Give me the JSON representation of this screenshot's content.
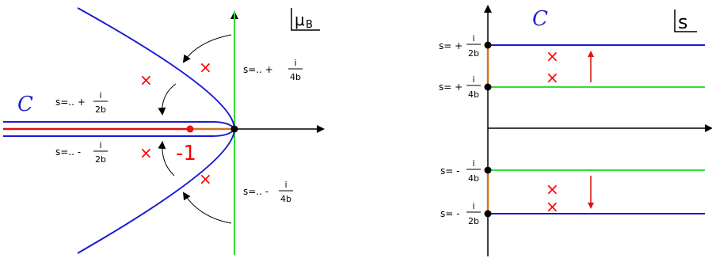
{
  "colors": {
    "blue": "#1a1ad4",
    "green": "#33dd33",
    "red": "#dd1111",
    "orange": "#cc7722",
    "black": "#000000",
    "cross": "#ff0000"
  },
  "left_panel": {
    "plane_label_main": "μ",
    "plane_label_sub": "B",
    "contour_label": "C",
    "point_label": "-1",
    "upper_left_label": {
      "prefix": "s=.. +",
      "num": "i",
      "den": "2b"
    },
    "lower_left_label": {
      "prefix": "s=.. -",
      "num": "i",
      "den": "2b"
    },
    "upper_right_label": {
      "prefix": "s=.. +",
      "num": "i",
      "den": "4b"
    },
    "lower_right_label": {
      "prefix": "s=.. -",
      "num": "i",
      "den": "4b"
    },
    "cross_symbol": "×"
  },
  "right_panel": {
    "plane_label": "s",
    "contour_label": "C",
    "line_labels": [
      {
        "prefix": "s= +",
        "num": "i",
        "den": "2b"
      },
      {
        "prefix": "s= +",
        "num": "i",
        "den": "4b"
      },
      {
        "prefix": "s= -",
        "num": "i",
        "den": "4b"
      },
      {
        "prefix": "s= -",
        "num": "i",
        "den": "2b"
      }
    ],
    "cross_symbol": "×"
  }
}
